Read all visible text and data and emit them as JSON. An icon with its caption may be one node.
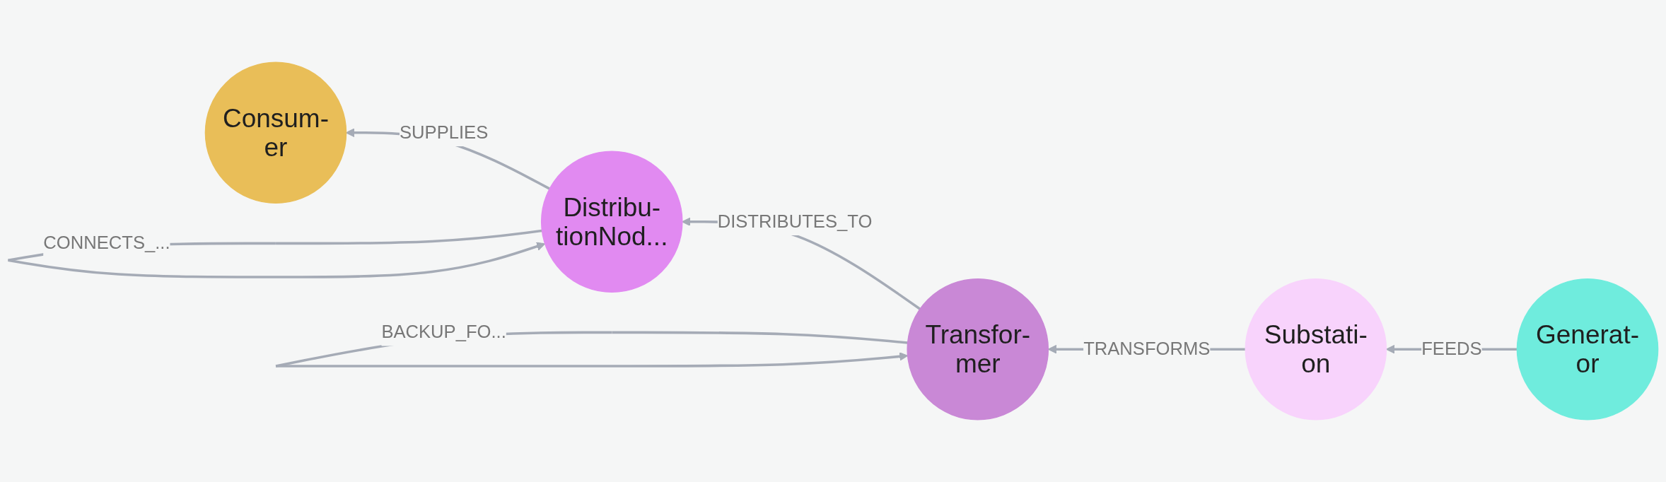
{
  "diagram": {
    "nodes": [
      {
        "text": [
          "Consum- er"
        ]
      },
      {
        "text": [
          "Distribu- tionNod..."
        ]
      },
      {
        "text": [
          "Transfor- mer"
        ]
      },
      {
        "text": [
          "Substati- on"
        ]
      },
      {
        "text": [
          "Generat- or"
        ]
      }
    ],
    "edges": [
      {
        "from": 1,
        "to": 0,
        "arrow": "to",
        "label": "SUPPLIES"
      },
      {
        "from": 1,
        "to": 1,
        "arrow": "to",
        "label": "CONNECTS_..."
      },
      {
        "from": 2,
        "to": 1,
        "arrow": "to",
        "label": "DISTRIBUTES_TO"
      },
      {
        "from": 2,
        "to": 2,
        "arrow": "to",
        "label": "BACKUP_FO..."
      },
      {
        "from": 3,
        "to": 2,
        "arrow": "to",
        "label": "TRANSFORMS"
      },
      {
        "from": 4,
        "to": 3,
        "arrow": "to",
        "label": "FEEDS"
      }
    ]
  }
}
